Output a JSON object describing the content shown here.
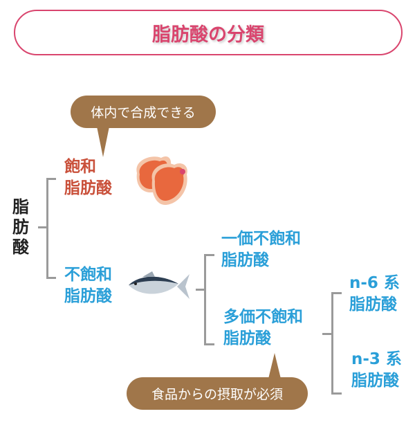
{
  "title": "脂肪酸の分類",
  "root": "脂肪酸",
  "bubbles": {
    "synthesizable": "体内で合成できる",
    "dietary": "食品からの摂取が必須"
  },
  "nodes": {
    "saturated": [
      "飽和",
      "脂肪酸"
    ],
    "unsaturated": [
      "不飽和",
      "脂肪酸"
    ],
    "mono": [
      "一価不飽和",
      "脂肪酸"
    ],
    "poly": [
      "多価不飽和",
      "脂肪酸"
    ],
    "n6": [
      "n-6 系",
      "脂肪酸"
    ],
    "n3": [
      "n-3 系",
      "脂肪酸"
    ]
  },
  "colors": {
    "title": "#d9456e",
    "saturated": "#c9503a",
    "unsaturated": "#2a9fd8",
    "bubble": "#a0764a",
    "bracket": "#9a9a9a"
  }
}
